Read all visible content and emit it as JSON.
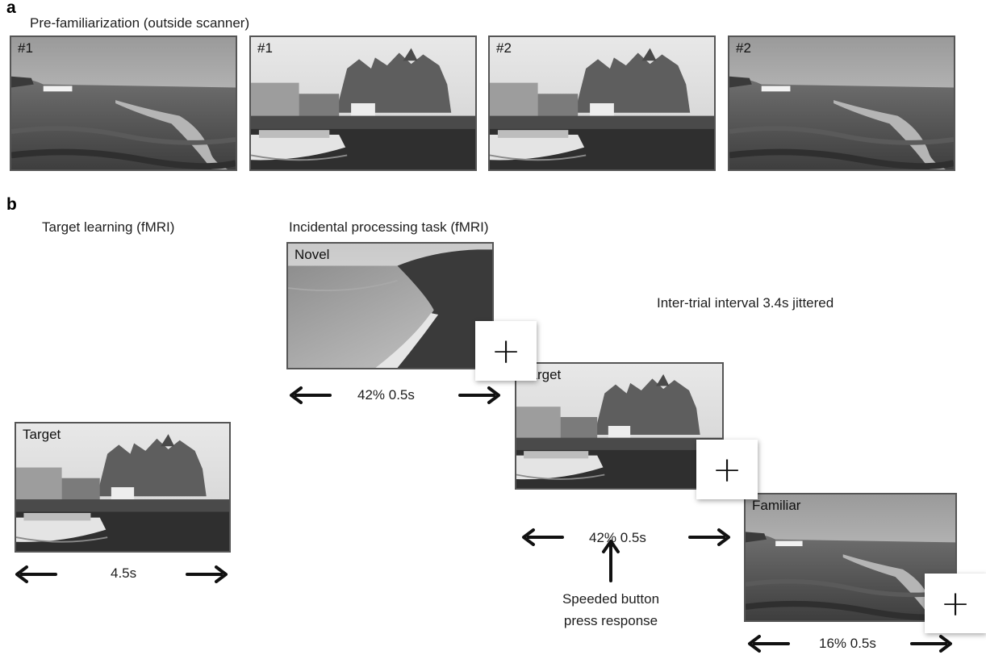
{
  "panel_a": {
    "letter": "a",
    "heading": "Pre-familiarization (outside scanner)",
    "images": [
      {
        "label": "#1",
        "scene": "marsh"
      },
      {
        "label": "#1",
        "scene": "building"
      },
      {
        "label": "#2",
        "scene": "building"
      },
      {
        "label": "#2",
        "scene": "marsh"
      }
    ]
  },
  "panel_b": {
    "letter": "b",
    "learning": {
      "heading": "Target learning (fMRI)",
      "image_label": "Target",
      "duration": "4.5s"
    },
    "incidental": {
      "heading": "Incidental processing task (fMRI)",
      "iti": "Inter-trial interval 3.4s jittered",
      "fixation": "+",
      "trials": [
        {
          "label": "Novel",
          "timing": "42% 0.5s",
          "scene": "coast"
        },
        {
          "label": "Target",
          "timing": "42% 0.5s",
          "scene": "building"
        },
        {
          "label": "Familiar",
          "timing": "16% 0.5s",
          "scene": "marsh"
        }
      ],
      "response_line1": "Speeded button",
      "response_line2": "press response"
    }
  }
}
